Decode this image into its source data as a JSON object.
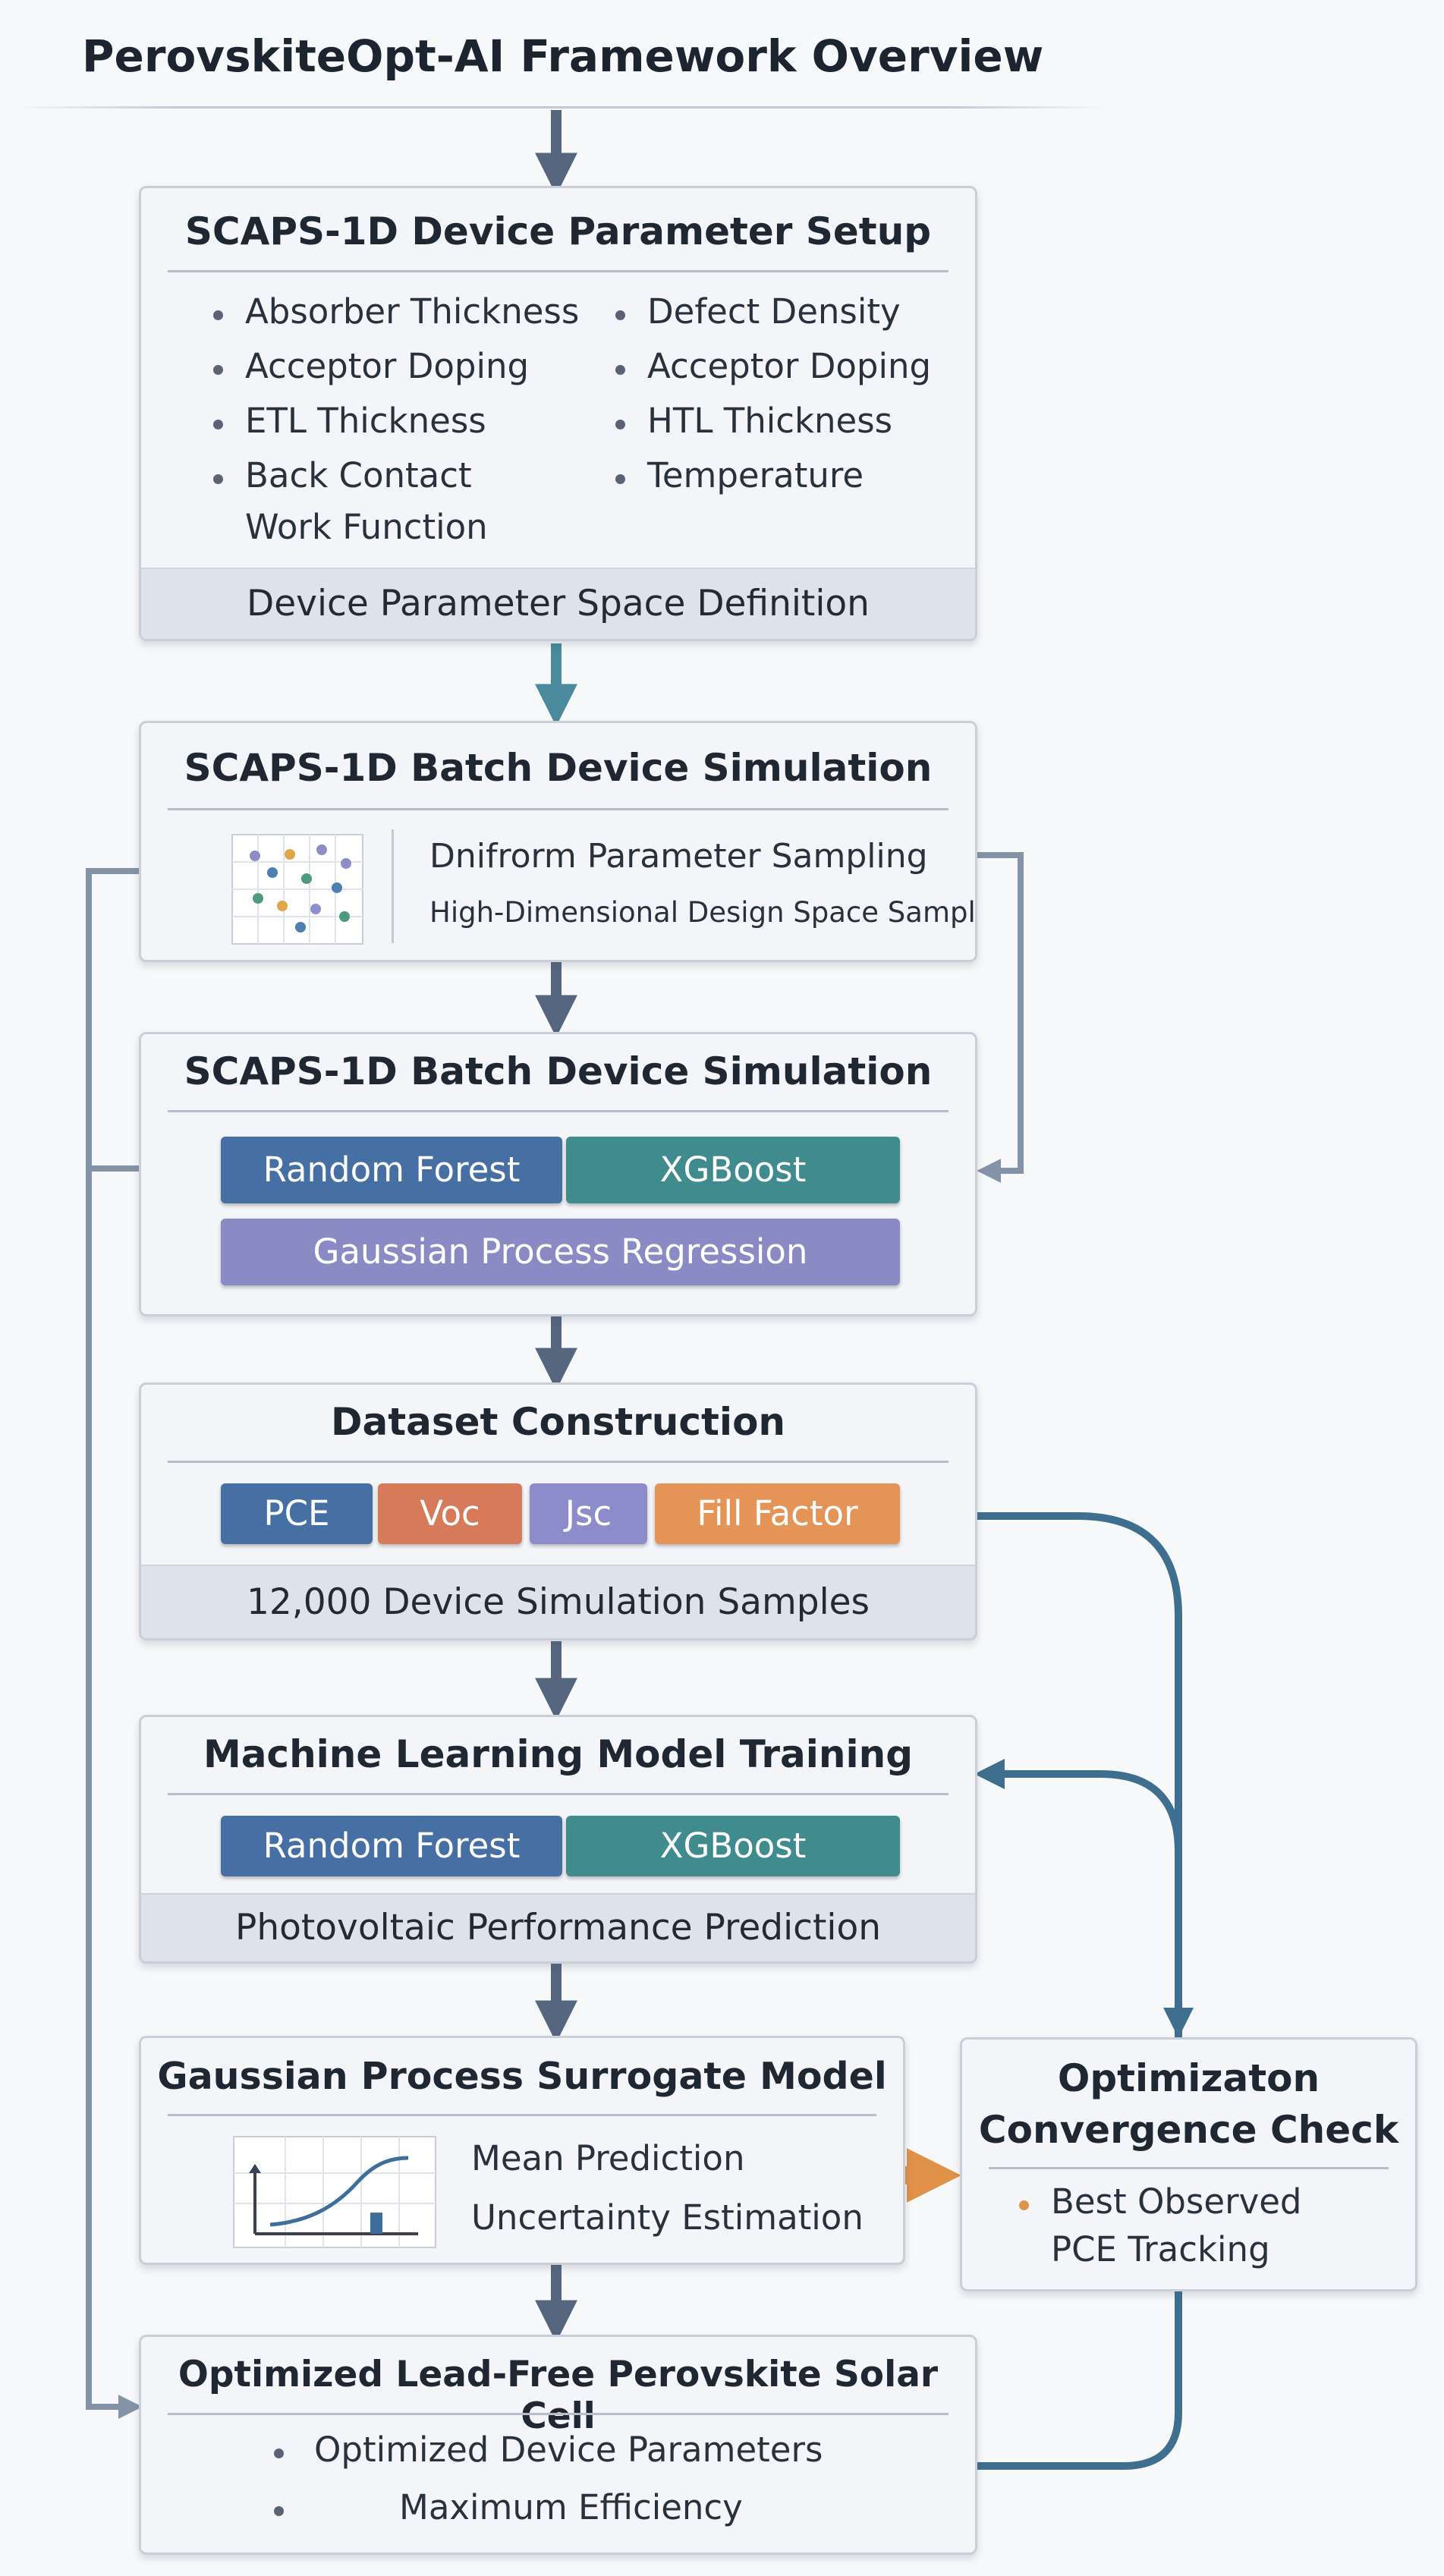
{
  "title": "PerovskiteOpt-AI Framework Overview",
  "colors": {
    "flow_arrow": "#56667e",
    "feedback_line": "#3f6f8e",
    "side_line": "#8593a8",
    "orange_arrow": "#e0914a",
    "chip_blue": "#466fa3",
    "chip_teal": "#3f8b8d",
    "chip_lavender": "#8a8bc4",
    "chip_orange_red": "#d77a5a",
    "chip_orange": "#e59457",
    "chip_purple": "#8d8ccb"
  },
  "stages": {
    "setup": {
      "title": "SCAPS-1D Device Parameter Setup",
      "left_items": [
        "Absorber Thickness",
        "Acceptor Doping",
        "ETL Thickness",
        "Back Contact",
        "Work Function"
      ],
      "right_items": [
        "Defect Density",
        "Acceptor Doping",
        "HTL Thickness",
        "Temperature"
      ],
      "footer": "Device Parameter Space Definition"
    },
    "sampling": {
      "title": "SCAPS-1D Batch Device Simulation",
      "icon": "scatter-grid-icon",
      "line1": "Dnifrorm Parameter Sampling",
      "line2": "High-Dimensional Design Space Sampling"
    },
    "batch_models": {
      "title": "SCAPS-1D Batch Device Simulation",
      "chips": [
        "Random Forest",
        "XGBoost",
        "Gaussian Process Regression"
      ]
    },
    "dataset": {
      "title": "Dataset Construction",
      "chips": [
        "PCE",
        "Voc",
        "Jsc",
        "Fill Factor"
      ],
      "footer": "12,000 Device Simulation Samples"
    },
    "training": {
      "title": "Machine Learning Model Training",
      "chips": [
        "Random Forest",
        "XGBoost"
      ],
      "footer": "Photovoltaic Performance Prediction"
    },
    "surrogate": {
      "title": "Gaussian Process Surrogate Model",
      "icon": "line-graph-icon",
      "line1": "Mean Prediction",
      "line2": "Uncertainty Estimation"
    },
    "convergence": {
      "title_line1": "Optimizaton",
      "title_line2": "Convergence Check",
      "item_line1": "Best Observed",
      "item_line2": "PCE Tracking"
    },
    "result": {
      "title": "Optimized Lead-Free Perovskite Solar Cell",
      "item1": "Optimized Device Parameters",
      "item2": "Maximum Efficiency"
    }
  }
}
